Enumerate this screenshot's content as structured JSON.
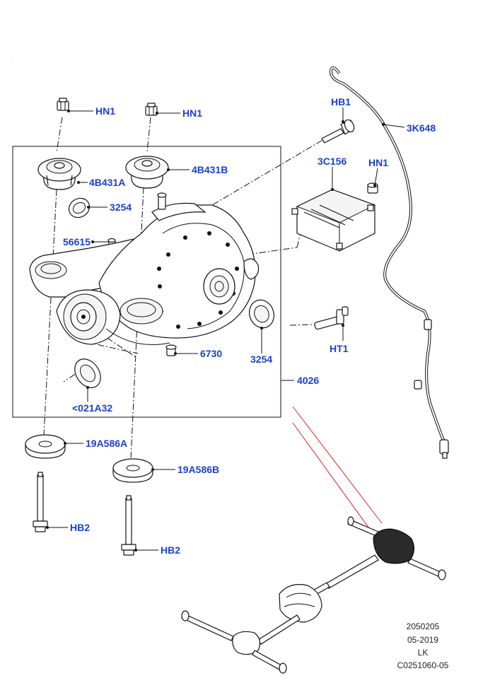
{
  "diagram": {
    "callouts": {
      "hn1_a": "HN1",
      "hn1_b": "HN1",
      "hn1_c": "HN1",
      "hb1": "HB1",
      "k3648": "3K648",
      "b4431a": "4B431A",
      "b4431b": "4B431B",
      "c3156": "3C156",
      "s3254_a": "3254",
      "s3254_b": "3254",
      "s56615": "56615",
      "s6730": "6730",
      "ht1": "HT1",
      "s4026": "4026",
      "a021": "<021A32",
      "a19586a": "19A586A",
      "a19586b": "19A586B",
      "hb2_a": "HB2",
      "hb2_b": "HB2"
    },
    "reference_block": [
      "2050205",
      "05-2019",
      "LK",
      "C0251060-05"
    ],
    "colors": {
      "callout": "#1c3fd6",
      "locator": "#e02020",
      "line": "#111111"
    }
  }
}
